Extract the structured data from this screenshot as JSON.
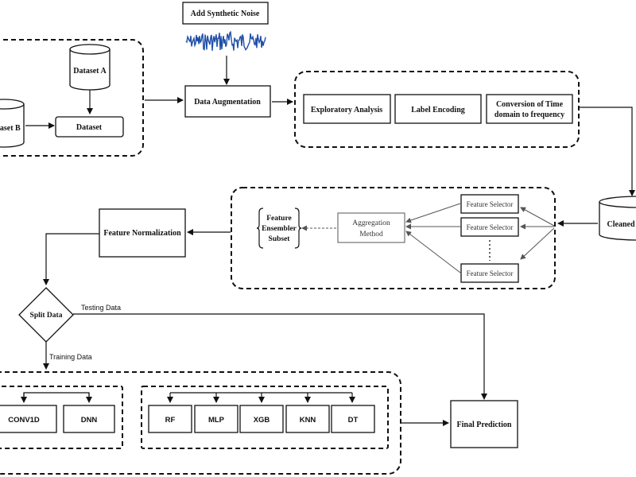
{
  "nodes": {
    "add_noise": "Add Synthetic Noise",
    "dataset_a": "Dataset A",
    "dataset_b": "Dataset B",
    "dataset": "Dataset",
    "data_augmentation": "Data Augmentation",
    "exploratory_analysis": "Exploratory Analysis",
    "label_encoding": "Label Encoding",
    "conversion_line1": "Conversion of Time",
    "conversion_line2": "domain to frequency",
    "cleaned": "Cleaned",
    "feature_selector_1": "Feature Selector",
    "feature_selector_2": "Feature Selector",
    "feature_selector_3": "Feature Selector",
    "aggregation_line1": "Aggregation",
    "aggregation_line2": "Method",
    "ensembler_line1": "Feature",
    "ensembler_line2": "Ensembler",
    "ensembler_line3": "Subset",
    "feature_normalization": "Feature Normalization",
    "split_data": "Split Data",
    "testing_data": "Testing Data",
    "training_data": "Training Data",
    "final_prediction": "Final Prediction"
  },
  "deep_models": [
    "CONV1D",
    "DNN"
  ],
  "ml_models": [
    "RF",
    "MLP",
    "XGB",
    "KNN",
    "DT"
  ],
  "colors": {
    "noise_wave": "#1f4fa8",
    "stroke": "#111111"
  }
}
